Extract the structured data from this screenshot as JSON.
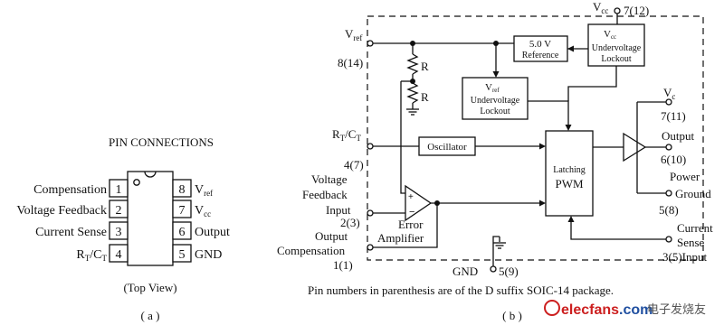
{
  "panel_a": {
    "title": "PIN CONNECTIONS",
    "caption": "(Top View)",
    "label": "( a )",
    "left_pins": [
      {
        "num": "1",
        "name": "Compensation"
      },
      {
        "num": "2",
        "name": "Voltage Feedback"
      },
      {
        "num": "3",
        "name": "Current Sense"
      },
      {
        "num": "4",
        "name": "R",
        "sub1": "T",
        "slash": "/C",
        "sub2": "T"
      }
    ],
    "right_pins": [
      {
        "num": "8",
        "name": "V",
        "sub": "ref"
      },
      {
        "num": "7",
        "name": "V",
        "sub": "cc"
      },
      {
        "num": "6",
        "name": "Output"
      },
      {
        "num": "5",
        "name": "GND"
      }
    ]
  },
  "panel_b": {
    "label": "( b )",
    "vcc_top": {
      "name": "V",
      "sub": "cc",
      "pin": "7(12)"
    },
    "vref_pin": {
      "name": "V",
      "sub": "ref",
      "pin": "8(14)"
    },
    "ref_block": {
      "line1": "5.0 V",
      "line2": "Reference"
    },
    "uvlo_vcc": {
      "name": "V",
      "sub": "cc",
      "line2": "Undervoltage",
      "line3": "Lockout"
    },
    "uvlo_vref": {
      "name": "V",
      "sub": "ref",
      "line2": "Undervoltage",
      "line3": "Lockout"
    },
    "resistor_top": "R",
    "resistor_bottom": "R",
    "rtct": {
      "name": "R",
      "sub1": "T",
      "slash": "/C",
      "sub2": "T",
      "pin": "4(7)"
    },
    "oscillator": "Oscillator",
    "latch": {
      "line1": "Latching",
      "line2": "PWM"
    },
    "vfb": {
      "line1": "Voltage",
      "line2": "Feedback",
      "line3": "Input",
      "pin": "2(3)"
    },
    "error_amp": {
      "line1": "Error",
      "line2": "Amplifier"
    },
    "comp": {
      "line1": "Output",
      "line2": "Compensation",
      "pin": "1(1)"
    },
    "gnd": {
      "name": "GND",
      "pin": "5(9)"
    },
    "vc": {
      "name": "V",
      "sub": "c",
      "pin": "7(11)"
    },
    "output": {
      "name": "Output",
      "pin": "6(10)"
    },
    "power_ground": {
      "line1": "Power",
      "line2": "Ground",
      "pin": "5(8)"
    },
    "current_sense": {
      "line1": "Current",
      "line2": "Sense",
      "line3": "Input",
      "pin": "3(5)"
    },
    "footnote": "Pin numbers in parenthesis are of the D suffix SOIC-14 package."
  },
  "watermark": {
    "brand": "elecfans",
    "domain": ".com",
    "cn": "电子发烧友",
    "brand_color": "#cc1f1f",
    "domain_color": "#1f4fa0"
  }
}
